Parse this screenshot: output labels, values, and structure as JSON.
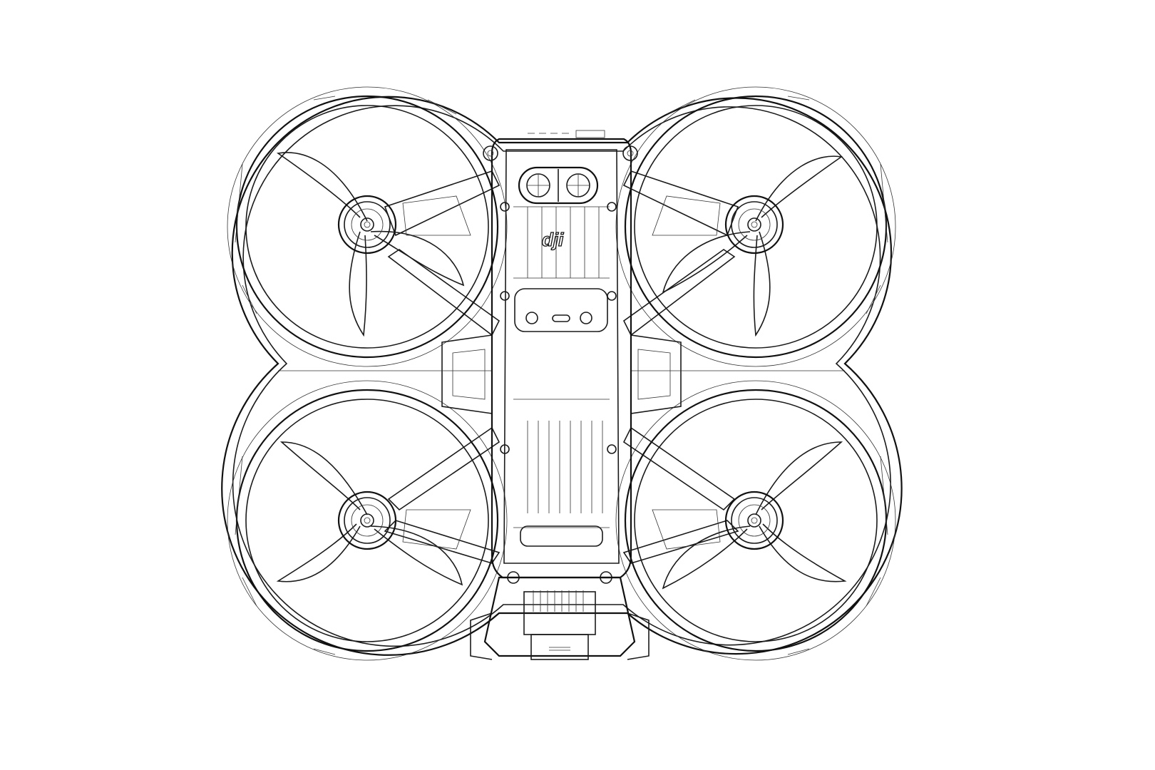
{
  "diagram": {
    "subject": "Quadcopter drone with propeller guards, top-view technical line drawing",
    "logo_text": "dji",
    "background_color": "#ffffff",
    "line_color": "#1a1a1a",
    "components": [
      {
        "id": "prop-guard-top-left",
        "label": "Propeller guard (front-left)"
      },
      {
        "id": "prop-guard-top-right",
        "label": "Propeller guard (front-right)"
      },
      {
        "id": "prop-guard-bottom-left",
        "label": "Propeller guard (rear-left)"
      },
      {
        "id": "prop-guard-bottom-right",
        "label": "Propeller guard (rear-right)"
      },
      {
        "id": "motor-top-left",
        "label": "Motor (front-left)"
      },
      {
        "id": "motor-top-right",
        "label": "Motor (front-right)"
      },
      {
        "id": "motor-bottom-left",
        "label": "Motor (rear-left)"
      },
      {
        "id": "motor-bottom-right",
        "label": "Motor (rear-right)"
      },
      {
        "id": "central-body",
        "label": "Central fuselage"
      },
      {
        "id": "vision-sensors",
        "label": "Dual vision sensors"
      },
      {
        "id": "gimbal-camera",
        "label": "Gimbal camera"
      }
    ]
  }
}
